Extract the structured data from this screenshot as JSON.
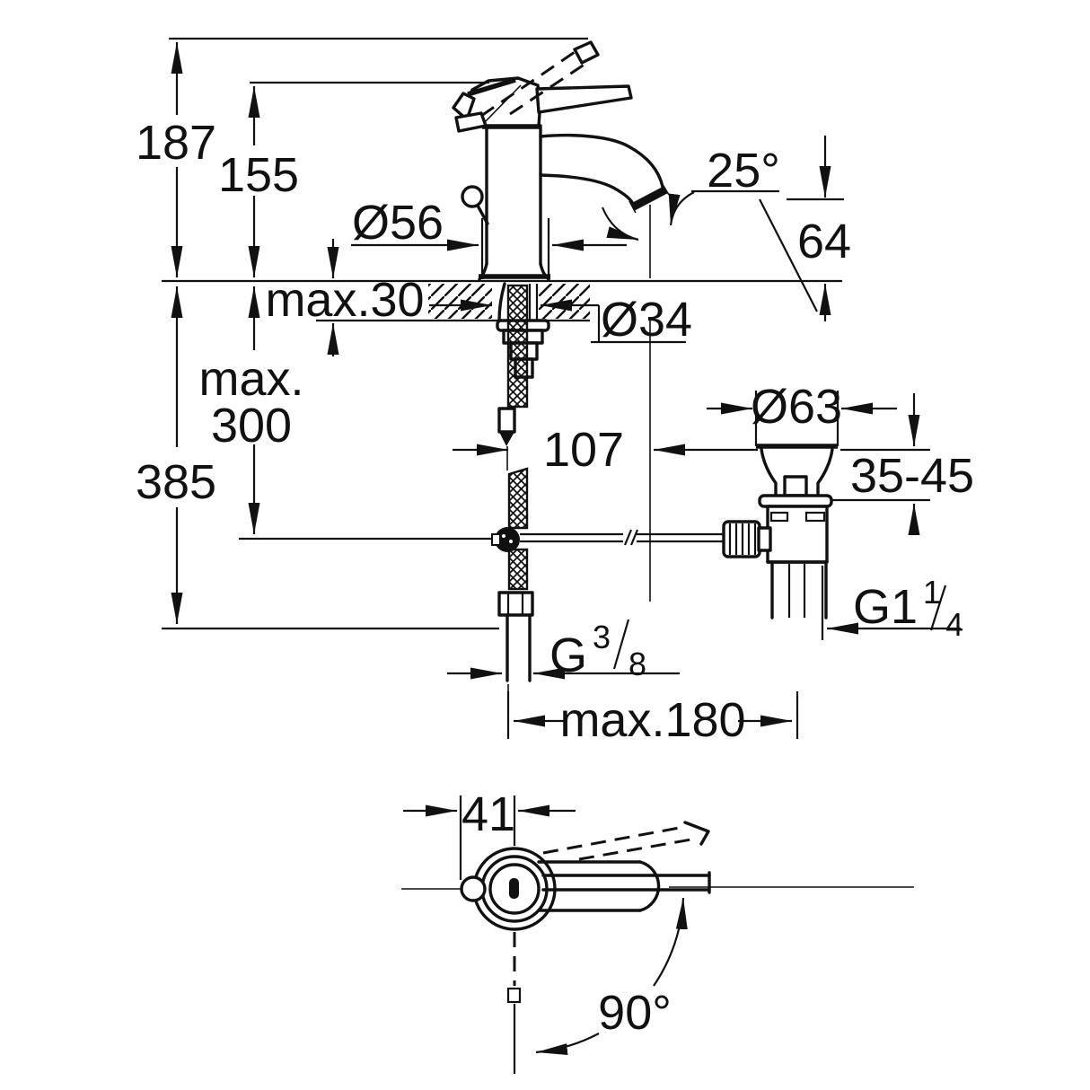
{
  "drawing": {
    "kind": "technical-dimension-drawing",
    "subject": "single-lever basin mixer faucet with pop-up waste, side view and plan view",
    "units": "mm",
    "line_color": "#111111",
    "background": "#ffffff"
  },
  "side_view": {
    "overall_height": "187",
    "height_to_handle": "155",
    "base_diameter": "Ø56",
    "spray_angle": "25°",
    "spout_height": "64",
    "deck_thickness": "max.30",
    "hole_diameter": "Ø34",
    "install_depth_line1": "max.",
    "install_depth_line2": "300",
    "total_depth": "385",
    "spout_reach": "107",
    "drain_flange_diameter": "Ø63",
    "drain_deck_range": "35-45",
    "max_drain_offset": "max.180",
    "hose_thread": {
      "prefix": "G",
      "numerator": "3",
      "denominator": "8"
    },
    "drain_thread": {
      "prefix": "G1",
      "numerator": "1",
      "denominator": "4"
    }
  },
  "plan_view": {
    "rod_offset": "41",
    "swivel_angle": "90°"
  }
}
